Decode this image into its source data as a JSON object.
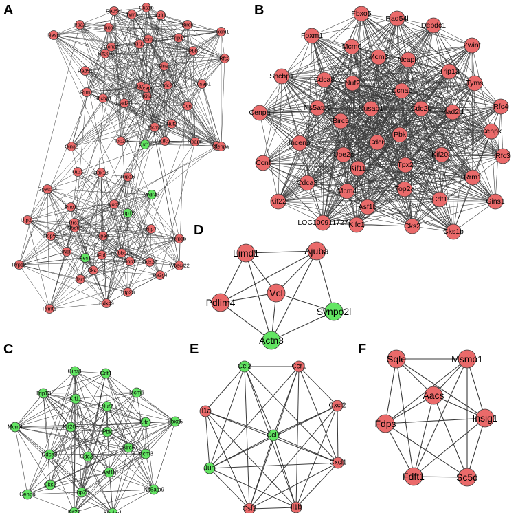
{
  "colors": {
    "red": "#ea6a6a",
    "green": "#63e563",
    "stroke": "#3a3a3a"
  },
  "panels": [
    {
      "letter": "A",
      "nodes": [
        {
          "label": "Cks1b",
          "color": "red"
        },
        {
          "label": "Rad54l",
          "color": "red"
        },
        {
          "label": "Tyms",
          "color": "red"
        },
        {
          "label": "Cdt1",
          "color": "red"
        },
        {
          "label": "Birc5",
          "color": "red"
        },
        {
          "label": "Foxm1",
          "color": "red"
        },
        {
          "label": "Rpa2",
          "color": "red"
        },
        {
          "label": "Fbxo5",
          "color": "red"
        },
        {
          "label": "Nasp",
          "color": "red"
        },
        {
          "label": "Ccna2",
          "color": "red"
        },
        {
          "label": "Kif11",
          "color": "red"
        },
        {
          "label": "Mcm6",
          "color": "red"
        },
        {
          "label": "Trip13",
          "color": "red"
        },
        {
          "label": "Pbk",
          "color": "red"
        },
        {
          "label": "Rfc3",
          "color": "red"
        },
        {
          "label": "Rad51",
          "color": "red"
        },
        {
          "label": "Kif20a",
          "color": "red"
        },
        {
          "label": "Gins1",
          "color": "red"
        },
        {
          "label": "Rrm1",
          "color": "red"
        },
        {
          "label": "Nusap1",
          "color": "red"
        },
        {
          "label": "Cdca8",
          "color": "red"
        },
        {
          "label": "Kif4",
          "color": "red"
        },
        {
          "label": "Mad2l1",
          "color": "red"
        },
        {
          "label": "Ncapg",
          "color": "red"
        },
        {
          "label": "Cdc20",
          "color": "red"
        },
        {
          "label": "Shcbp1",
          "color": "red"
        },
        {
          "label": "Mcm3",
          "color": "red"
        },
        {
          "label": "Nuf2",
          "color": "red"
        },
        {
          "label": "Ccnf",
          "color": "red"
        },
        {
          "label": "Kif22",
          "color": "red"
        },
        {
          "label": "Gins2",
          "color": "red"
        },
        {
          "label": "Top2a",
          "color": "red"
        },
        {
          "label": "Csf1r",
          "color": "green"
        },
        {
          "label": "Kifc1",
          "color": "red"
        },
        {
          "label": "Ncapn",
          "color": "red"
        },
        {
          "label": "Cenpa",
          "color": "red"
        },
        {
          "label": "Utp3",
          "color": "red"
        },
        {
          "label": "Ddx18",
          "color": "red"
        },
        {
          "label": "Nop2",
          "color": "red"
        },
        {
          "label": "Gpatch4",
          "color": "red"
        },
        {
          "label": "Pno1",
          "color": "red"
        },
        {
          "label": "Nsun2",
          "color": "red"
        },
        {
          "label": "Utp20",
          "color": "red"
        },
        {
          "label": "Mybbp1a",
          "color": "red"
        },
        {
          "label": "Ppan",
          "color": "red"
        },
        {
          "label": "Tsr1",
          "color": "red"
        },
        {
          "label": "Ncl",
          "color": "red"
        },
        {
          "label": "Fbl",
          "color": "red"
        },
        {
          "label": "Rrp1b",
          "color": "red"
        },
        {
          "label": "Nop56",
          "color": "red"
        },
        {
          "label": "Wdr43",
          "color": "green"
        },
        {
          "label": "Dkc1",
          "color": "red"
        },
        {
          "label": "Rrp12",
          "color": "red"
        },
        {
          "label": "Pes1",
          "color": "green"
        },
        {
          "label": "Rrp15",
          "color": "red"
        },
        {
          "label": "Nip7",
          "color": "red"
        },
        {
          "label": "Utp15",
          "color": "green"
        },
        {
          "label": "Wbscr22",
          "color": "red"
        },
        {
          "label": "Rrs1",
          "color": "red"
        },
        {
          "label": "Bop1",
          "color": "red"
        },
        {
          "label": "Ddx27",
          "color": "red"
        },
        {
          "label": "Pa2g4",
          "color": "red"
        },
        {
          "label": "Prmt1",
          "color": "red"
        },
        {
          "label": "Ddx49",
          "color": "red"
        },
        {
          "label": "Utp23",
          "color": "red"
        }
      ]
    },
    {
      "letter": "B",
      "nodes": [
        {
          "label": "Fbxo5",
          "color": "red"
        },
        {
          "label": "Rad54l",
          "color": "red"
        },
        {
          "label": "Depdc1",
          "color": "red"
        },
        {
          "label": "Foxm1",
          "color": "red"
        },
        {
          "label": "Mcm6",
          "color": "red"
        },
        {
          "label": "Zwint",
          "color": "red"
        },
        {
          "label": "Mcm3",
          "color": "red"
        },
        {
          "label": "Ncapn",
          "color": "red"
        },
        {
          "label": "Trip13",
          "color": "red"
        },
        {
          "label": "Shcbp1",
          "color": "red"
        },
        {
          "label": "Cdca8",
          "color": "red"
        },
        {
          "label": "Nuf2",
          "color": "red"
        },
        {
          "label": "Tyms",
          "color": "red"
        },
        {
          "label": "Ccna2",
          "color": "red"
        },
        {
          "label": "Cenpa",
          "color": "red"
        },
        {
          "label": "Ns5atp9",
          "color": "red"
        },
        {
          "label": "Nusap1",
          "color": "red"
        },
        {
          "label": "Cdc20",
          "color": "red"
        },
        {
          "label": "Mad2l1",
          "color": "red"
        },
        {
          "label": "Rfc4",
          "color": "red"
        },
        {
          "label": "Birc5",
          "color": "red"
        },
        {
          "label": "Cenpk",
          "color": "red"
        },
        {
          "label": "Pbk",
          "color": "red"
        },
        {
          "label": "Cdc6",
          "color": "red"
        },
        {
          "label": "Incenp",
          "color": "red"
        },
        {
          "label": "Kif20a",
          "color": "red"
        },
        {
          "label": "Ube2c",
          "color": "red"
        },
        {
          "label": "Rfc3",
          "color": "red"
        },
        {
          "label": "Ccnf",
          "color": "red"
        },
        {
          "label": "Tpx2",
          "color": "red"
        },
        {
          "label": "Kif11",
          "color": "red"
        },
        {
          "label": "Rrm1",
          "color": "red"
        },
        {
          "label": "Cdca3",
          "color": "red"
        },
        {
          "label": "Top2a",
          "color": "red"
        },
        {
          "label": "Mcm4",
          "color": "red"
        },
        {
          "label": "Cdt1",
          "color": "red"
        },
        {
          "label": "Kif22",
          "color": "red"
        },
        {
          "label": "Gins1",
          "color": "red"
        },
        {
          "label": "Asf1b",
          "color": "red"
        },
        {
          "label": "LOC100911727",
          "color": "red"
        },
        {
          "label": "Kifc1",
          "color": "red"
        },
        {
          "label": "Cks2",
          "color": "red"
        },
        {
          "label": "Cks1b",
          "color": "red"
        }
      ]
    },
    {
      "letter": "C",
      "nodes": [
        {
          "label": "Gins1",
          "color": "green"
        },
        {
          "label": "Cdt1",
          "color": "green"
        },
        {
          "label": "Trip13",
          "color": "green"
        },
        {
          "label": "Kif11",
          "color": "green"
        },
        {
          "label": "Mcm6",
          "color": "green"
        },
        {
          "label": "Nuf2",
          "color": "green"
        },
        {
          "label": "Mcm4",
          "color": "green"
        },
        {
          "label": "Kif20a",
          "color": "green"
        },
        {
          "label": "Kifc1",
          "color": "green"
        },
        {
          "label": "Fbxo5",
          "color": "green"
        },
        {
          "label": "Pbk",
          "color": "green"
        },
        {
          "label": "Birc5",
          "color": "green"
        },
        {
          "label": "Cdca8",
          "color": "green"
        },
        {
          "label": "Cdc20",
          "color": "green"
        },
        {
          "label": "Mcm3",
          "color": "green"
        },
        {
          "label": "Asf1b",
          "color": "green"
        },
        {
          "label": "Cks2",
          "color": "green"
        },
        {
          "label": "Cenpa",
          "color": "green"
        },
        {
          "label": "Top2a",
          "color": "green"
        },
        {
          "label": "Ns5atp9",
          "color": "green"
        },
        {
          "label": "Kif22",
          "color": "green"
        },
        {
          "label": "Shcbp1",
          "color": "green"
        }
      ]
    },
    {
      "letter": "D",
      "nodes": [
        {
          "label": "Limd1",
          "color": "red"
        },
        {
          "label": "Ajuba",
          "color": "red"
        },
        {
          "label": "Vcl",
          "color": "red"
        },
        {
          "label": "Pdlim4",
          "color": "red"
        },
        {
          "label": "Synpo2l",
          "color": "green"
        },
        {
          "label": "Actn3",
          "color": "green"
        }
      ]
    },
    {
      "letter": "E",
      "nodes": [
        {
          "label": "Ccl2",
          "color": "green"
        },
        {
          "label": "Ccr1",
          "color": "red"
        },
        {
          "label": "Il1a",
          "color": "red"
        },
        {
          "label": "Cxcl2",
          "color": "red"
        },
        {
          "label": "Ccl7",
          "color": "green"
        },
        {
          "label": "Jun",
          "color": "green"
        },
        {
          "label": "Cxcl1",
          "color": "red"
        },
        {
          "label": "Csf2",
          "color": "red"
        },
        {
          "label": "Il1b",
          "color": "red"
        }
      ]
    },
    {
      "letter": "F",
      "nodes": [
        {
          "label": "Sqle",
          "color": "red"
        },
        {
          "label": "Msmo1",
          "color": "red"
        },
        {
          "label": "Aacs",
          "color": "red"
        },
        {
          "label": "Fdps",
          "color": "red"
        },
        {
          "label": "Insig1",
          "color": "red"
        },
        {
          "label": "Fdft1",
          "color": "red"
        },
        {
          "label": "Sc5d",
          "color": "red"
        }
      ]
    }
  ]
}
